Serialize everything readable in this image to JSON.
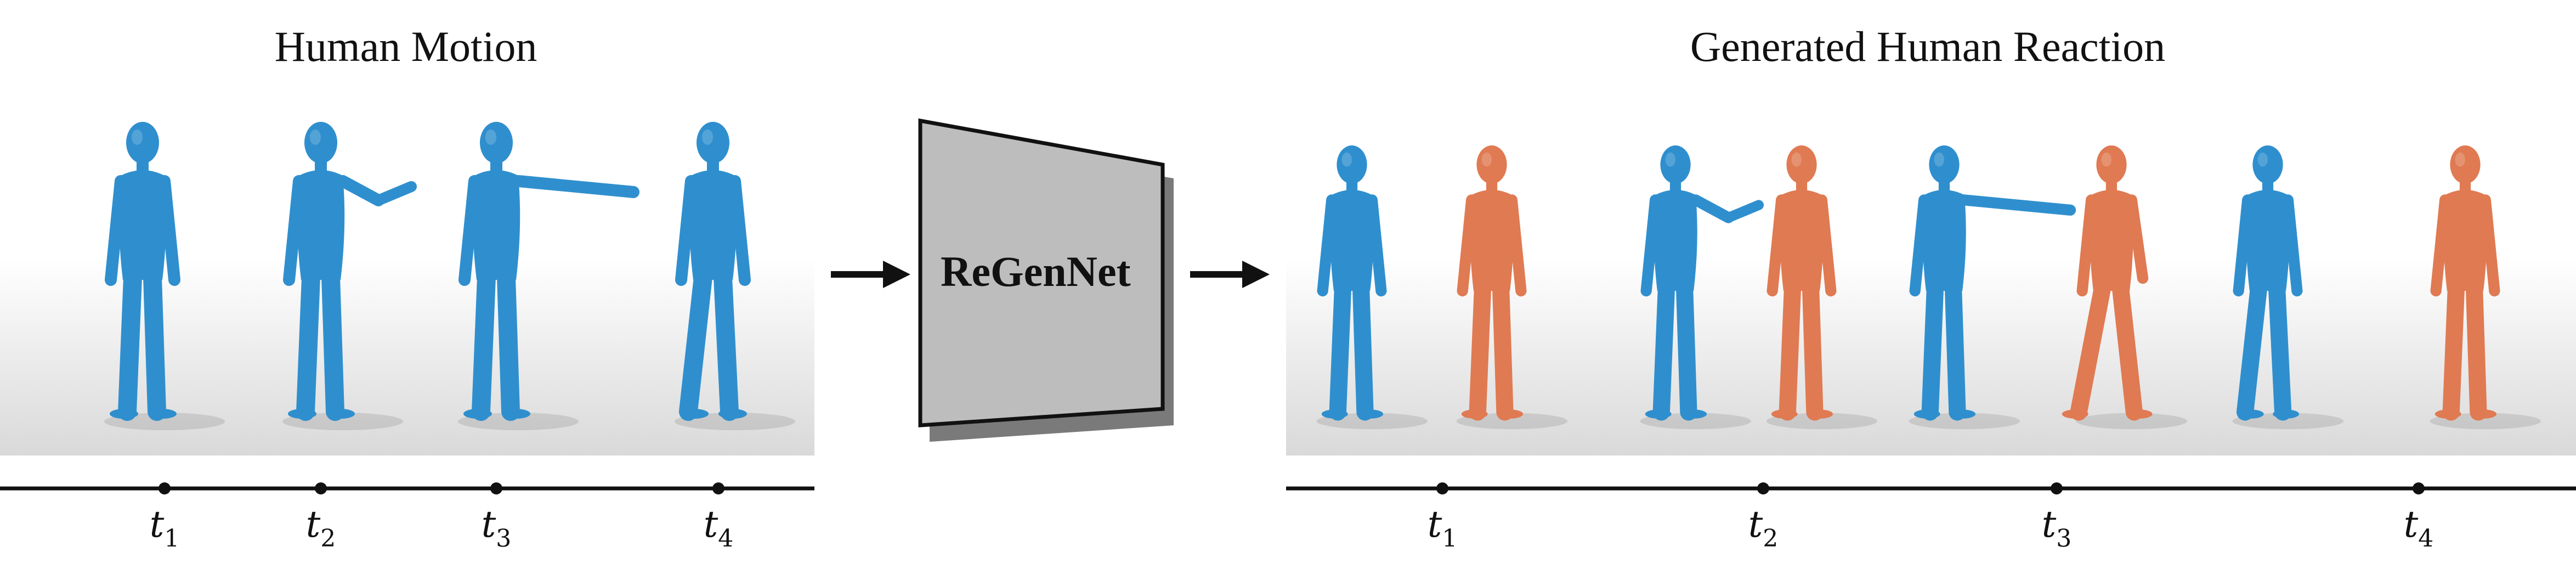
{
  "titles": {
    "left": "Human Motion",
    "right": "Generated Human Reaction"
  },
  "model": {
    "label": "ReGenNet",
    "face_color": "#bdbdbd",
    "shadow_color": "#7a7a7a"
  },
  "colors": {
    "actor": "#2f8fce",
    "reactor": "#e07a52",
    "axis": "#111111"
  },
  "timeline_left": {
    "ticks": [
      {
        "base": "t",
        "sub": "1"
      },
      {
        "base": "t",
        "sub": "2"
      },
      {
        "base": "t",
        "sub": "3"
      },
      {
        "base": "t",
        "sub": "4"
      }
    ]
  },
  "timeline_right": {
    "ticks": [
      {
        "base": "t",
        "sub": "1"
      },
      {
        "base": "t",
        "sub": "2"
      },
      {
        "base": "t",
        "sub": "3"
      },
      {
        "base": "t",
        "sub": "4"
      }
    ]
  },
  "figures": {
    "left": [
      {
        "role": "actor",
        "pose": "standing"
      },
      {
        "role": "actor",
        "pose": "arm-raised"
      },
      {
        "role": "actor",
        "pose": "arm-extended"
      },
      {
        "role": "actor",
        "pose": "turning"
      }
    ],
    "right": [
      {
        "role": "actor",
        "pose": "standing"
      },
      {
        "role": "reactor",
        "pose": "standing"
      },
      {
        "role": "actor",
        "pose": "arm-raised"
      },
      {
        "role": "reactor",
        "pose": "standing"
      },
      {
        "role": "actor",
        "pose": "arm-extended"
      },
      {
        "role": "reactor",
        "pose": "walking"
      },
      {
        "role": "actor",
        "pose": "turning"
      },
      {
        "role": "reactor",
        "pose": "standing"
      }
    ]
  }
}
